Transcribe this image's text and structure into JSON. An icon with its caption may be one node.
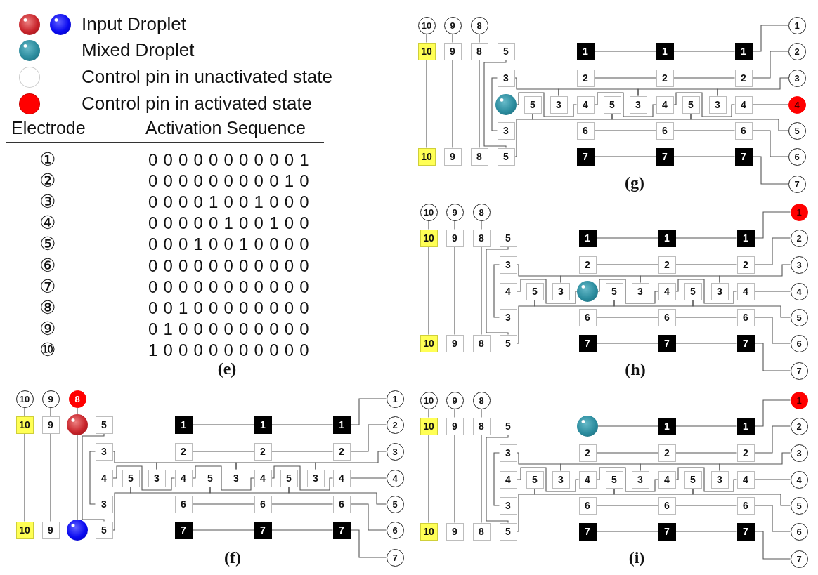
{
  "diagram": {
    "nodes": [
      {
        "text": [
          "10"
        ]
      },
      {
        "text": [
          "9"
        ]
      },
      {
        "text": [
          "8"
        ]
      },
      {
        "text": [
          "1"
        ]
      },
      {
        "text": [
          "10"
        ]
      },
      {
        "text": [
          "9"
        ]
      },
      {
        "text": [
          "8"
        ]
      },
      {
        "text": [
          "5"
        ]
      },
      {
        "text": [
          "1"
        ]
      },
      {
        "text": [
          "1"
        ]
      },
      {
        "text": [
          "1"
        ]
      },
      {
        "text": [
          "2"
        ]
      },
      {
        "text": [
          "3"
        ]
      },
      {
        "text": [
          "2"
        ]
      },
      {
        "text": [
          "2"
        ]
      },
      {
        "text": [
          "2"
        ]
      },
      {
        "text": [
          "3"
        ]
      },
      {
        "text": [],
        "shape": "circle"
      },
      {
        "text": [
          "5"
        ]
      },
      {
        "text": [
          "3"
        ]
      },
      {
        "text": [
          "4"
        ]
      },
      {
        "text": [
          "5"
        ]
      },
      {
        "text": [
          "3"
        ]
      },
      {
        "text": [
          "4"
        ]
      },
      {
        "text": [
          "5"
        ]
      },
      {
        "text": [
          "3"
        ]
      },
      {
        "text": [
          "4"
        ]
      },
      {
        "text": [
          "4"
        ]
      },
      {
        "text": [
          "3"
        ]
      },
      {
        "text": [
          "6"
        ]
      },
      {
        "text": [
          "6"
        ]
      },
      {
        "text": [
          "6"
        ]
      },
      {
        "text": [
          "5"
        ]
      },
      {
        "text": [
          "10"
        ]
      },
      {
        "text": [
          "9"
        ]
      },
      {
        "text": [
          "8"
        ]
      },
      {
        "text": [
          "5"
        ]
      },
      {
        "text": [
          "7"
        ]
      },
      {
        "text": [
          "7"
        ]
      },
      {
        "text": [
          "7"
        ]
      },
      {
        "text": [
          "6"
        ]
      },
      {
        "text": [
          "7"
        ]
      },
      {
        "text": [
          "10"
        ]
      },
      {
        "text": [
          "9"
        ]
      },
      {
        "text": [
          "8"
        ]
      },
      {
        "text": [
          "1"
        ]
      },
      {
        "text": [
          "10"
        ]
      },
      {
        "text": [
          "9"
        ]
      },
      {
        "text": [
          "8"
        ]
      },
      {
        "text": [
          "5"
        ]
      },
      {
        "text": [
          "1"
        ]
      },
      {
        "text": [
          "1"
        ]
      },
      {
        "text": [
          "1"
        ]
      },
      {
        "text": [
          "2"
        ]
      },
      {
        "text": [
          "3"
        ]
      },
      {
        "text": [
          "2"
        ]
      },
      {
        "text": [
          "2"
        ]
      },
      {
        "text": [
          "2"
        ]
      },
      {
        "text": [
          "3"
        ]
      },
      {
        "text": [
          "4"
        ]
      },
      {
        "text": [
          "5"
        ]
      },
      {
        "text": [
          "3"
        ]
      },
      {
        "text": [],
        "shape": "circle"
      },
      {
        "text": [
          "5"
        ]
      },
      {
        "text": [
          "3"
        ]
      },
      {
        "text": [
          "4"
        ]
      },
      {
        "text": [
          "5"
        ]
      },
      {
        "text": [
          "3"
        ]
      },
      {
        "text": [
          "4"
        ]
      },
      {
        "text": [
          "4"
        ]
      },
      {
        "text": [
          "3"
        ]
      },
      {
        "text": [
          "6"
        ]
      },
      {
        "text": [
          "6"
        ]
      },
      {
        "text": [
          "6"
        ]
      },
      {
        "text": [
          "5"
        ]
      },
      {
        "text": [
          "10"
        ]
      },
      {
        "text": [
          "9"
        ]
      },
      {
        "text": [
          "8"
        ]
      },
      {
        "text": [
          "5"
        ]
      },
      {
        "text": [
          "7"
        ]
      },
      {
        "text": [
          "7"
        ]
      },
      {
        "text": [
          "7"
        ]
      },
      {
        "text": [
          "6"
        ]
      },
      {
        "text": [
          "7"
        ]
      },
      {
        "text": [
          "10"
        ]
      },
      {
        "text": [
          "9"
        ]
      },
      {
        "text": [
          "8"
        ]
      },
      {
        "text": [
          "1"
        ]
      },
      {
        "text": [
          "10"
        ]
      },
      {
        "text": [
          "9"
        ]
      },
      {
        "text": [],
        "shape": "circle"
      },
      {
        "text": [
          "5"
        ]
      },
      {
        "text": [
          "1"
        ]
      },
      {
        "text": [
          "1"
        ]
      },
      {
        "text": [
          "1"
        ]
      },
      {
        "text": [
          "2"
        ]
      },
      {
        "text": [
          "3"
        ]
      },
      {
        "text": [
          "2"
        ]
      },
      {
        "text": [
          "2"
        ]
      },
      {
        "text": [
          "2"
        ]
      },
      {
        "text": [
          "3"
        ]
      },
      {
        "text": [
          "4"
        ]
      },
      {
        "text": [
          "5"
        ]
      },
      {
        "text": [
          "3"
        ]
      },
      {
        "text": [
          "4"
        ]
      },
      {
        "text": [
          "5"
        ]
      },
      {
        "text": [
          "3"
        ]
      },
      {
        "text": [
          "4"
        ]
      },
      {
        "text": [
          "5"
        ]
      },
      {
        "text": [
          "3"
        ]
      },
      {
        "text": [
          "4"
        ]
      },
      {
        "text": [
          "4"
        ]
      },
      {
        "text": [
          "3"
        ]
      },
      {
        "text": [
          "6"
        ]
      },
      {
        "text": [
          "6"
        ]
      },
      {
        "text": [
          "6"
        ]
      },
      {
        "text": [
          "5"
        ]
      },
      {
        "text": [
          "10"
        ]
      },
      {
        "text": [
          "9"
        ]
      },
      {
        "text": [],
        "shape": "circle"
      },
      {
        "text": [
          "5"
        ]
      },
      {
        "text": [
          "7"
        ]
      },
      {
        "text": [
          "7"
        ]
      },
      {
        "text": [
          "7"
        ]
      },
      {
        "text": [
          "6"
        ]
      },
      {
        "text": [
          "7"
        ]
      },
      {
        "text": [
          "10"
        ]
      },
      {
        "text": [
          "9"
        ]
      },
      {
        "text": [
          "8"
        ]
      },
      {
        "text": [
          "1"
        ]
      },
      {
        "text": [
          "10"
        ]
      },
      {
        "text": [
          "9"
        ]
      },
      {
        "text": [
          "8"
        ]
      },
      {
        "text": [
          "5"
        ]
      },
      {
        "text": [],
        "shape": "circle"
      },
      {
        "text": [
          "1"
        ]
      },
      {
        "text": [
          "1"
        ]
      },
      {
        "text": [
          "2"
        ]
      },
      {
        "text": [
          "3"
        ]
      },
      {
        "text": [
          "2"
        ]
      },
      {
        "text": [
          "2"
        ]
      },
      {
        "text": [
          "2"
        ]
      },
      {
        "text": [
          "3"
        ]
      },
      {
        "text": [
          "4"
        ]
      },
      {
        "text": [
          "5"
        ]
      },
      {
        "text": [
          "3"
        ]
      },
      {
        "text": [
          "4"
        ]
      },
      {
        "text": [
          "5"
        ]
      },
      {
        "text": [
          "3"
        ]
      },
      {
        "text": [
          "4"
        ]
      },
      {
        "text": [
          "5"
        ]
      },
      {
        "text": [
          "3"
        ]
      },
      {
        "text": [
          "4"
        ]
      },
      {
        "text": [
          "4"
        ]
      },
      {
        "text": [
          "3"
        ]
      },
      {
        "text": [
          "6"
        ]
      },
      {
        "text": [
          "6"
        ]
      },
      {
        "text": [
          "6"
        ]
      },
      {
        "text": [
          "5"
        ]
      },
      {
        "text": [
          "10"
        ]
      },
      {
        "text": [
          "9"
        ]
      },
      {
        "text": [
          "8"
        ]
      },
      {
        "text": [
          "5"
        ]
      },
      {
        "text": [
          "7"
        ]
      },
      {
        "text": [
          "7"
        ]
      },
      {
        "text": [
          "7"
        ]
      },
      {
        "text": [
          "6"
        ]
      },
      {
        "text": [
          "7"
        ]
      }
    ],
    "edges": [
      {
        "from": 0,
        "to": 4,
        "arrow": "none"
      },
      {
        "from": 4,
        "to": 33,
        "arrow": "none"
      },
      {
        "from": 1,
        "to": 5,
        "arrow": "none"
      },
      {
        "from": 5,
        "to": 34,
        "arrow": "none"
      },
      {
        "from": 2,
        "to": 6,
        "arrow": "none"
      },
      {
        "from": 6,
        "to": 35,
        "arrow": "none"
      },
      {
        "from": 8,
        "to": 9,
        "arrow": "none"
      },
      {
        "from": 9,
        "to": 10,
        "arrow": "none"
      },
      {
        "from": 10,
        "to": 3,
        "arrow": "none"
      },
      {
        "from": 13,
        "to": 14,
        "arrow": "none"
      },
      {
        "from": 14,
        "to": 15,
        "arrow": "none"
      },
      {
        "from": 15,
        "to": 11,
        "arrow": "none"
      },
      {
        "from": 7,
        "to": 36,
        "arrow": "none"
      },
      {
        "from": 12,
        "to": 28,
        "arrow": "none"
      },
      {
        "from": 12,
        "to": 19,
        "arrow": "none"
      },
      {
        "from": 19,
        "to": 22,
        "arrow": "none"
      },
      {
        "from": 22,
        "to": 25,
        "arrow": "none"
      },
      {
        "from": 25,
        "to": 16,
        "arrow": "none"
      },
      {
        "from": 17,
        "to": 20,
        "arrow": "none"
      },
      {
        "from": 20,
        "to": 23,
        "arrow": "none"
      },
      {
        "from": 23,
        "to": 26,
        "arrow": "none"
      },
      {
        "from": 26,
        "to": 27,
        "arrow": "none"
      },
      {
        "from": 36,
        "to": 18,
        "arrow": "none"
      },
      {
        "from": 18,
        "to": 21,
        "arrow": "none"
      },
      {
        "from": 21,
        "to": 24,
        "arrow": "none"
      },
      {
        "from": 24,
        "to": 32,
        "arrow": "none"
      },
      {
        "from": 29,
        "to": 30,
        "arrow": "none"
      },
      {
        "from": 30,
        "to": 31,
        "arrow": "none"
      },
      {
        "from": 31,
        "to": 40,
        "arrow": "none"
      },
      {
        "from": 37,
        "to": 38,
        "arrow": "none"
      },
      {
        "from": 38,
        "to": 39,
        "arrow": "none"
      },
      {
        "from": 39,
        "to": 41,
        "arrow": "none"
      },
      {
        "from": 42,
        "to": 46,
        "arrow": "none"
      },
      {
        "from": 46,
        "to": 75,
        "arrow": "none"
      },
      {
        "from": 43,
        "to": 47,
        "arrow": "none"
      },
      {
        "from": 47,
        "to": 76,
        "arrow": "none"
      },
      {
        "from": 44,
        "to": 48,
        "arrow": "none"
      },
      {
        "from": 48,
        "to": 77,
        "arrow": "none"
      },
      {
        "from": 50,
        "to": 51,
        "arrow": "none"
      },
      {
        "from": 51,
        "to": 52,
        "arrow": "none"
      },
      {
        "from": 52,
        "to": 45,
        "arrow": "none"
      },
      {
        "from": 55,
        "to": 56,
        "arrow": "none"
      },
      {
        "from": 56,
        "to": 57,
        "arrow": "none"
      },
      {
        "from": 57,
        "to": 53,
        "arrow": "none"
      },
      {
        "from": 49,
        "to": 78,
        "arrow": "none"
      },
      {
        "from": 54,
        "to": 70,
        "arrow": "none"
      },
      {
        "from": 54,
        "to": 61,
        "arrow": "none"
      },
      {
        "from": 61,
        "to": 64,
        "arrow": "none"
      },
      {
        "from": 64,
        "to": 67,
        "arrow": "none"
      },
      {
        "from": 67,
        "to": 58,
        "arrow": "none"
      },
      {
        "from": 59,
        "to": 62,
        "arrow": "none"
      },
      {
        "from": 62,
        "to": 65,
        "arrow": "none"
      },
      {
        "from": 65,
        "to": 68,
        "arrow": "none"
      },
      {
        "from": 68,
        "to": 69,
        "arrow": "none"
      },
      {
        "from": 78,
        "to": 60,
        "arrow": "none"
      },
      {
        "from": 60,
        "to": 63,
        "arrow": "none"
      },
      {
        "from": 63,
        "to": 66,
        "arrow": "none"
      },
      {
        "from": 66,
        "to": 74,
        "arrow": "none"
      },
      {
        "from": 71,
        "to": 72,
        "arrow": "none"
      },
      {
        "from": 72,
        "to": 73,
        "arrow": "none"
      },
      {
        "from": 73,
        "to": 82,
        "arrow": "none"
      },
      {
        "from": 79,
        "to": 80,
        "arrow": "none"
      },
      {
        "from": 80,
        "to": 81,
        "arrow": "none"
      },
      {
        "from": 81,
        "to": 83,
        "arrow": "none"
      },
      {
        "from": 84,
        "to": 88,
        "arrow": "none"
      },
      {
        "from": 88,
        "to": 117,
        "arrow": "none"
      },
      {
        "from": 85,
        "to": 89,
        "arrow": "none"
      },
      {
        "from": 89,
        "to": 118,
        "arrow": "none"
      },
      {
        "from": 86,
        "to": 90,
        "arrow": "none"
      },
      {
        "from": 90,
        "to": 119,
        "arrow": "none"
      },
      {
        "from": 92,
        "to": 93,
        "arrow": "none"
      },
      {
        "from": 93,
        "to": 94,
        "arrow": "none"
      },
      {
        "from": 94,
        "to": 87,
        "arrow": "none"
      },
      {
        "from": 97,
        "to": 98,
        "arrow": "none"
      },
      {
        "from": 98,
        "to": 99,
        "arrow": "none"
      },
      {
        "from": 99,
        "to": 95,
        "arrow": "none"
      },
      {
        "from": 91,
        "to": 120,
        "arrow": "none"
      },
      {
        "from": 96,
        "to": 112,
        "arrow": "none"
      },
      {
        "from": 96,
        "to": 103,
        "arrow": "none"
      },
      {
        "from": 103,
        "to": 106,
        "arrow": "none"
      },
      {
        "from": 106,
        "to": 109,
        "arrow": "none"
      },
      {
        "from": 109,
        "to": 100,
        "arrow": "none"
      },
      {
        "from": 101,
        "to": 104,
        "arrow": "none"
      },
      {
        "from": 104,
        "to": 107,
        "arrow": "none"
      },
      {
        "from": 107,
        "to": 110,
        "arrow": "none"
      },
      {
        "from": 110,
        "to": 111,
        "arrow": "none"
      },
      {
        "from": 120,
        "to": 102,
        "arrow": "none"
      },
      {
        "from": 102,
        "to": 105,
        "arrow": "none"
      },
      {
        "from": 105,
        "to": 108,
        "arrow": "none"
      },
      {
        "from": 108,
        "to": 116,
        "arrow": "none"
      },
      {
        "from": 113,
        "to": 114,
        "arrow": "none"
      },
      {
        "from": 114,
        "to": 115,
        "arrow": "none"
      },
      {
        "from": 115,
        "to": 124,
        "arrow": "none"
      },
      {
        "from": 121,
        "to": 122,
        "arrow": "none"
      },
      {
        "from": 122,
        "to": 123,
        "arrow": "none"
      },
      {
        "from": 123,
        "to": 125,
        "arrow": "none"
      },
      {
        "from": 126,
        "to": 130,
        "arrow": "none"
      },
      {
        "from": 130,
        "to": 159,
        "arrow": "none"
      },
      {
        "from": 127,
        "to": 131,
        "arrow": "none"
      },
      {
        "from": 131,
        "to": 160,
        "arrow": "none"
      },
      {
        "from": 128,
        "to": 132,
        "arrow": "none"
      },
      {
        "from": 132,
        "to": 161,
        "arrow": "none"
      },
      {
        "from": 134,
        "to": 135,
        "arrow": "none"
      },
      {
        "from": 135,
        "to": 136,
        "arrow": "none"
      },
      {
        "from": 136,
        "to": 129,
        "arrow": "none"
      },
      {
        "from": 139,
        "to": 140,
        "arrow": "none"
      },
      {
        "from": 140,
        "to": 141,
        "arrow": "none"
      },
      {
        "from": 141,
        "to": 137,
        "arrow": "none"
      },
      {
        "from": 133,
        "to": 162,
        "arrow": "none"
      },
      {
        "from": 138,
        "to": 154,
        "arrow": "none"
      },
      {
        "from": 138,
        "to": 145,
        "arrow": "none"
      },
      {
        "from": 145,
        "to": 148,
        "arrow": "none"
      },
      {
        "from": 148,
        "to": 151,
        "arrow": "none"
      },
      {
        "from": 151,
        "to": 142,
        "arrow": "none"
      },
      {
        "from": 143,
        "to": 146,
        "arrow": "none"
      },
      {
        "from": 146,
        "to": 149,
        "arrow": "none"
      },
      {
        "from": 149,
        "to": 152,
        "arrow": "none"
      },
      {
        "from": 152,
        "to": 153,
        "arrow": "none"
      },
      {
        "from": 162,
        "to": 144,
        "arrow": "none"
      },
      {
        "from": 144,
        "to": 147,
        "arrow": "none"
      },
      {
        "from": 147,
        "to": 150,
        "arrow": "none"
      },
      {
        "from": 150,
        "to": 158,
        "arrow": "none"
      },
      {
        "from": 155,
        "to": 156,
        "arrow": "none"
      },
      {
        "from": 156,
        "to": 157,
        "arrow": "none"
      },
      {
        "from": 157,
        "to": 166,
        "arrow": "none"
      },
      {
        "from": 163,
        "to": 164,
        "arrow": "none"
      },
      {
        "from": 164,
        "to": 165,
        "arrow": "none"
      },
      {
        "from": 165,
        "to": 167,
        "arrow": "none"
      }
    ],
    "labels": [
      "Electrode",
      "Activation Sequence",
      "①",
      "0 0 0 0 0 0 0 0 0 0 1",
      "②",
      "0 0 0 0 0 0 0 0 0 1 0",
      "③",
      "0 0 0 0 1 0 0 1 0 0 0",
      "④",
      "0 0 0 0 0 1 0 0 1 0 0",
      "⑤",
      "0 0 0 1 0 0 1 0 0 0 0",
      "⑥",
      "0 0 0 0 0 0 0 0 0 0 0",
      "⑦",
      "0 0 0 0 0 0 0 0 0 0 0",
      "⑧",
      "0 0 1 0 0 0 0 0 0 0 0",
      "⑨",
      "0 1 0 0 0 0 0 0 0 0 0",
      "⑩",
      "1 0 0 0 0 0 0 0 0 0 0",
      "(e)",
      "(g)",
      "(h)",
      "(f)",
      "(i)"
    ],
    "legend": [
      {
        "text": "Input Droplet"
      },
      {
        "text": "Mixed Droplet"
      },
      {
        "text": "Control pin in unactivated state",
        "color": "#ffffff"
      },
      {
        "text": "Control pin in activated state",
        "color": "#ff0000"
      }
    ]
  }
}
